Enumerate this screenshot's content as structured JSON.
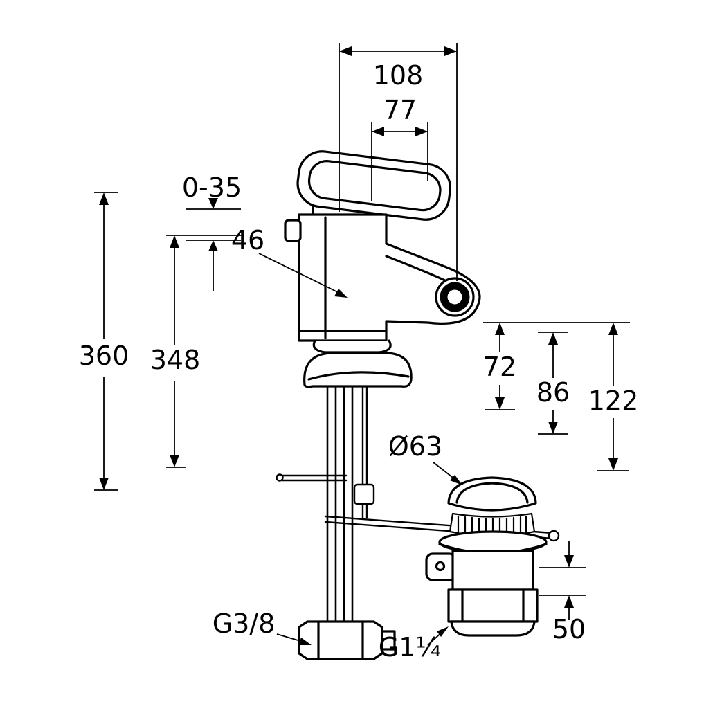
{
  "colors": {
    "line": "#000000",
    "background": "#ffffff"
  },
  "drawing": {
    "labels": {
      "d108": "108",
      "d77": "77",
      "d0_35": "0-35",
      "d46": "46",
      "d360": "360",
      "d348": "348",
      "d72": "72",
      "d86": "86",
      "d122": "122",
      "d63": "Ø63",
      "d50": "50",
      "g38": "G3/8",
      "g114": "G1¼"
    }
  }
}
